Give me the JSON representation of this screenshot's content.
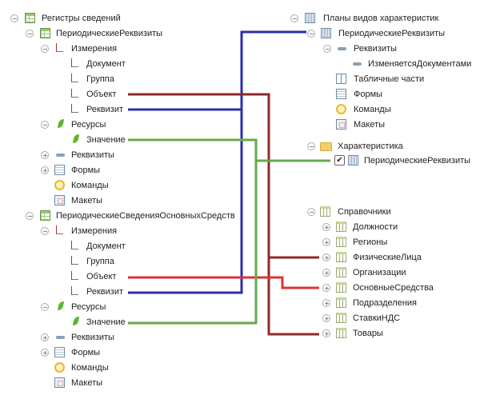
{
  "left_tree": {
    "root": "Регистры сведений",
    "reg1": {
      "name": "ПериодическиеРеквизиты",
      "dims": "Измерения",
      "dim_items": [
        "Документ",
        "Группа",
        "Объект",
        "Реквизит"
      ],
      "resources": "Ресурсы",
      "resource_items": [
        "Значение"
      ],
      "requisites": "Реквизиты",
      "forms": "Формы",
      "commands": "Команды",
      "layouts": "Макеты"
    },
    "reg2": {
      "name": "ПериодическиеСведенияОсновныхСредств",
      "dims": "Измерения",
      "dim_items": [
        "Документ",
        "Группа",
        "Объект",
        "Реквизит"
      ],
      "resources": "Ресурсы",
      "resource_items": [
        "Значение"
      ],
      "requisites": "Реквизиты",
      "forms": "Формы",
      "commands": "Команды",
      "layouts": "Макеты"
    }
  },
  "right_tree": {
    "pvh_root": "Планы видов характеристик",
    "pvh": {
      "name": "ПериодическиеРеквизиты",
      "requisites": "Реквизиты",
      "requisite_items": [
        "ИзменяетсяДокументами"
      ],
      "tabular": "Табличные части",
      "forms": "Формы",
      "commands": "Команды",
      "layouts": "Макеты"
    },
    "folder": {
      "name": "Характеристика",
      "item": "ПериодическиеРеквизиты",
      "checked": true,
      "check_glyph": "✔"
    },
    "catalogs": {
      "name": "Справочники",
      "items": [
        "Должности",
        "Регионы",
        "ФизическиеЛица",
        "Организации",
        "ОсновныеСредства",
        "Подразделения",
        "СтавкиНДС",
        "Товары"
      ]
    }
  },
  "colors": {
    "blue": "#2e2ea8",
    "dark_red": "#8e2a2a",
    "red": "#d8343a",
    "green": "#66a84e"
  }
}
